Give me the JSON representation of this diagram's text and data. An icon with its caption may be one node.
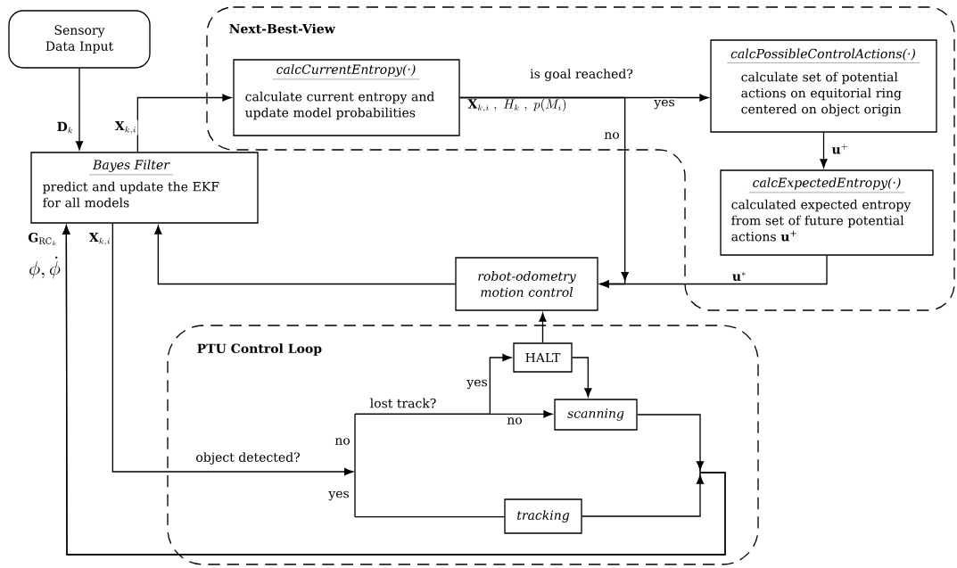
{
  "diagram": {
    "nodes": [
      {
        "text": [
          "Sensory Data Input"
        ]
      },
      {
        "text": [
          "Next-Best-View"
        ]
      },
      {
        "text": [
          "calcCurrentEntropy(·)",
          "calculate current entropy and update model probabilities"
        ],
        "in": 1
      },
      {
        "text": [
          "calcPossibleControlActions(·)",
          "calculate set of potential actions on equitorial ring centered on object origin"
        ],
        "in": 1
      },
      {
        "text": [
          "calcExpectedEntropy(·)",
          "calculated expected entropy from set of future potential actions **u**$^{+}$"
        ],
        "in": 1
      },
      {
        "text": [
          "Bayes Filter",
          "predict and update the EKF for all models"
        ]
      },
      {
        "text": [
          "robot-odometry motion control"
        ]
      },
      {
        "text": [
          "PTU Control Loop"
        ]
      },
      {
        "text": [],
        "shape": "bar",
        "in": 7
      },
      {
        "text": [
          "HALT"
        ],
        "in": 7
      },
      {
        "text": [
          "scanning"
        ],
        "in": 7
      },
      {
        "text": [
          "tracking"
        ],
        "in": 7
      }
    ],
    "edges": [
      {
        "from": 0,
        "to": 5,
        "arrow": "to",
        "label": "\\mathbf{D}_k"
      },
      {
        "from": 5,
        "to": 2,
        "arrow": "to",
        "label": "\\mathbf{X}_{k,i}"
      },
      {
        "from": 2,
        "to": 3,
        "arrow": "to",
        "label": "yes"
      },
      {
        "from": 2,
        "to": 6,
        "arrow": "to",
        "label": "no"
      },
      {
        "from": 3,
        "to": 4,
        "arrow": "to",
        "label": "\\mathbf{u}^{+}"
      },
      {
        "from": 4,
        "to": 6,
        "arrow": "to",
        "label": "\\mathbf{u}^{*}"
      },
      {
        "from": 6,
        "to": 5,
        "arrow": "to"
      },
      {
        "from": 5,
        "to": 8,
        "arrow": "to",
        "label": "object detected?"
      },
      {
        "from": 8,
        "to": 9,
        "arrow": "to",
        "label": "yes"
      },
      {
        "from": 8,
        "to": 10,
        "arrow": "to",
        "label": "no"
      },
      {
        "from": 8,
        "to": 11,
        "arrow": "none",
        "label": "yes"
      },
      {
        "from": 9,
        "to": 6,
        "arrow": "to"
      },
      {
        "from": 9,
        "to": 10,
        "arrow": "to"
      },
      {
        "from": 10,
        "to": 5,
        "arrow": "to"
      },
      {
        "from": 11,
        "to": 5,
        "arrow": "to"
      }
    ],
    "labels": [
      "is goal reached?",
      "\\mathbf{X}_{k,i}\\ ,\\ H_k\\ ,\\ p(M_i)",
      "\\mathbf{X}_{k,i}",
      "\\mathbf{G}_{\\mathrm{RC}_k}",
      "\\phi, \\dot{\\phi}",
      "lost track?",
      "no"
    ]
  }
}
